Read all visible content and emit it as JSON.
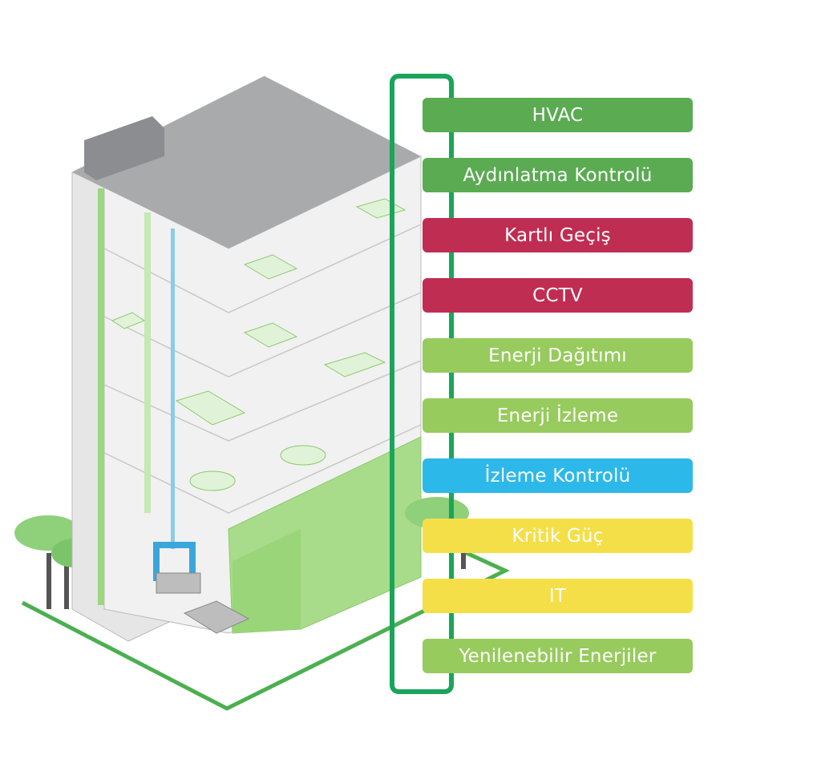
{
  "systems": [
    {
      "label": "HVAC",
      "color": "#5aab52"
    },
    {
      "label": "Aydınlatma Kontrolü",
      "color": "#5aab52"
    },
    {
      "label": "Kartlı Geçiş",
      "color": "#c02d52"
    },
    {
      "label": "CCTV",
      "color": "#c02d52"
    },
    {
      "label": "Enerji Dağıtımı",
      "color": "#97cb5d"
    },
    {
      "label": "Enerji İzleme",
      "color": "#97cb5d"
    },
    {
      "label": "İzleme Kontrolü",
      "color": "#2db8ea"
    },
    {
      "label": "Kritik Güç",
      "color": "#f5df49"
    },
    {
      "label": "IT",
      "color": "#f5df49"
    },
    {
      "label": "Yenilenebilir Enerjiler",
      "color": "#97cb5d"
    }
  ],
  "connector_color": "#1aa55a"
}
